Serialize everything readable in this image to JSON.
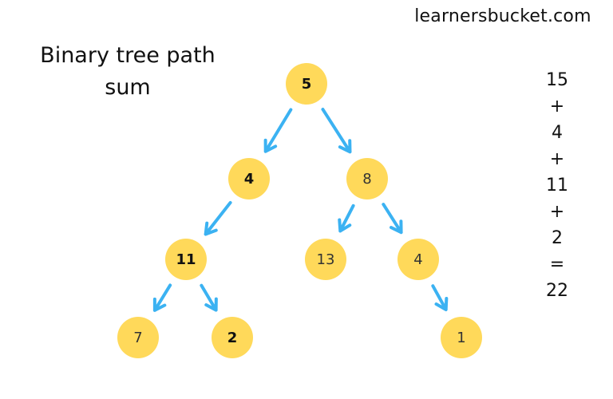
{
  "site": "learnersbucket.com",
  "title_lines": [
    "Binary tree path",
    "sum"
  ],
  "node_color": "#ffd95a",
  "arrow_color": "#3bb2f2",
  "tree": {
    "nodes": [
      {
        "label": "5",
        "highlighted": true
      },
      {
        "label": "4",
        "highlighted": true
      },
      {
        "label": "8",
        "highlighted": false
      },
      {
        "label": "11",
        "highlighted": true
      },
      {
        "label": "13",
        "highlighted": false
      },
      {
        "label": "4",
        "highlighted": false
      },
      {
        "label": "7",
        "highlighted": false
      },
      {
        "label": "2",
        "highlighted": true
      },
      {
        "label": "1",
        "highlighted": false
      }
    ],
    "edges": [
      {
        "from": 0,
        "to": 1
      },
      {
        "from": 0,
        "to": 2
      },
      {
        "from": 1,
        "to": 3
      },
      {
        "from": 2,
        "to": 4
      },
      {
        "from": 2,
        "to": 5
      },
      {
        "from": 3,
        "to": 6
      },
      {
        "from": 3,
        "to": 7
      },
      {
        "from": 5,
        "to": 8
      }
    ]
  },
  "sum_lines": [
    "15",
    "+",
    "4",
    "+",
    "11",
    "+",
    "2",
    "=",
    "22"
  ]
}
